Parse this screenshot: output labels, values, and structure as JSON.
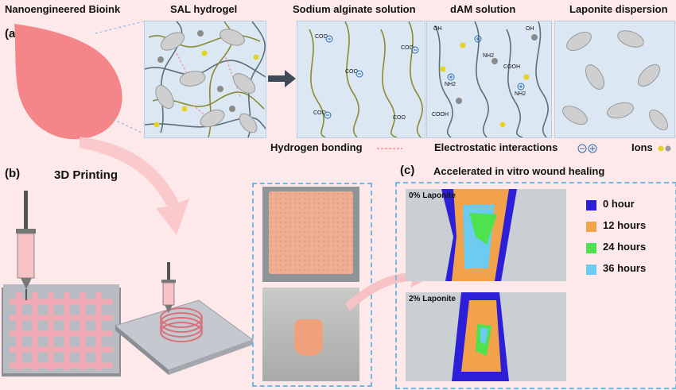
{
  "labels": {
    "bioink": "Nanoengineered Bioink",
    "panel_a": "(a)",
    "panel_b": "(b)",
    "panel_c": "(c)",
    "sal": "SAL hydrogel",
    "alginate": "Sodium alginate solution",
    "dam": "dAM solution",
    "laponite": "Laponite dispersion",
    "hbond": "Hydrogen bonding",
    "electrostatic": "Electrostatic interactions",
    "ions": "Ions",
    "printing": "3D Printing",
    "healing": "Accelerated in vitro wound healing",
    "lap0": "0% Laponite",
    "lap2": "2% Laponite",
    "minus": "−",
    "plus": "+",
    "coo": "COO",
    "oh": "OH",
    "nh2": "NH2",
    "cooh": "COOH"
  },
  "legend": [
    {
      "label": "0 hour",
      "color": "#2d1fd8"
    },
    {
      "label": "12 hours",
      "color": "#f2a24b"
    },
    {
      "label": "24 hours",
      "color": "#4fe24f"
    },
    {
      "label": "36 hours",
      "color": "#6ccbf0"
    }
  ],
  "colors": {
    "background": "#fde9ea",
    "droplet": "#f4868a",
    "panel": "#dbe8f3",
    "dashed": "#74b7e3",
    "alginate_chain": "#8a8a34",
    "dam_chain": "#5d6f7a",
    "ion_yellow": "#e4d422",
    "ion_gray": "#8a8a8a",
    "hydrogel_pink": "#f2a78b",
    "grid_pink": "#f1a9b4"
  },
  "icons": [
    "droplet-icon",
    "arrow-right-icon",
    "syringe-icon",
    "curved-arrow-icon",
    "negative-charge-icon",
    "positive-charge-icon",
    "ion-icon",
    "laponite-disc-icon"
  ]
}
